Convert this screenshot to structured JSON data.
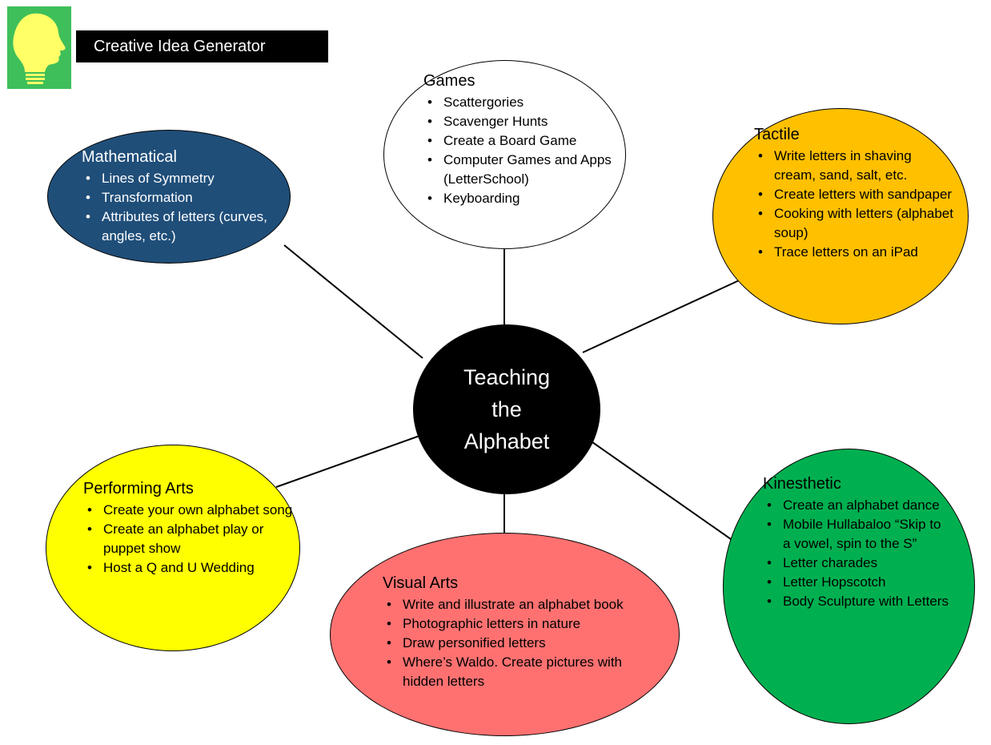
{
  "header": {
    "title": "Creative Idea Generator",
    "logo_icon": "lightbulb-head-icon"
  },
  "center": {
    "label": "Teaching the Alphabet"
  },
  "nodes": {
    "games": {
      "title": "Games",
      "color": "#ffffff",
      "items": [
        "Scattergories",
        "Scavenger Hunts",
        "Create a Board Game",
        "Computer Games and Apps (LetterSchool)",
        "Keyboarding"
      ]
    },
    "mathematical": {
      "title": "Mathematical",
      "color": "#1f4e79",
      "items": [
        "Lines of Symmetry",
        "Transformation",
        "Attributes of letters (curves, angles, etc.)"
      ]
    },
    "tactile": {
      "title": "Tactile",
      "color": "#ffc000",
      "items": [
        "Write letters in shaving cream, sand, salt, etc.",
        "Create letters with sandpaper",
        "Cooking with letters (alphabet soup)",
        "Trace letters on an iPad"
      ]
    },
    "performing_arts": {
      "title": "Performing Arts",
      "color": "#ffff00",
      "items": [
        "Create your own alphabet song",
        "Create an alphabet play or puppet show",
        "Host a Q and U Wedding"
      ]
    },
    "visual_arts": {
      "title": "Visual Arts",
      "color": "#ff7171",
      "items": [
        "Write and illustrate an alphabet book",
        "Photographic letters in nature",
        "Draw personified letters",
        "Where’s Waldo. Create pictures with hidden letters"
      ]
    },
    "kinesthetic": {
      "title": "Kinesthetic",
      "color": "#00b050",
      "items": [
        "Create an alphabet dance",
        "Mobile Hullabaloo “Skip to a vowel, spin to the S”",
        "Letter charades",
        "Letter Hopscotch",
        "Body Sculpture with Letters"
      ]
    }
  }
}
